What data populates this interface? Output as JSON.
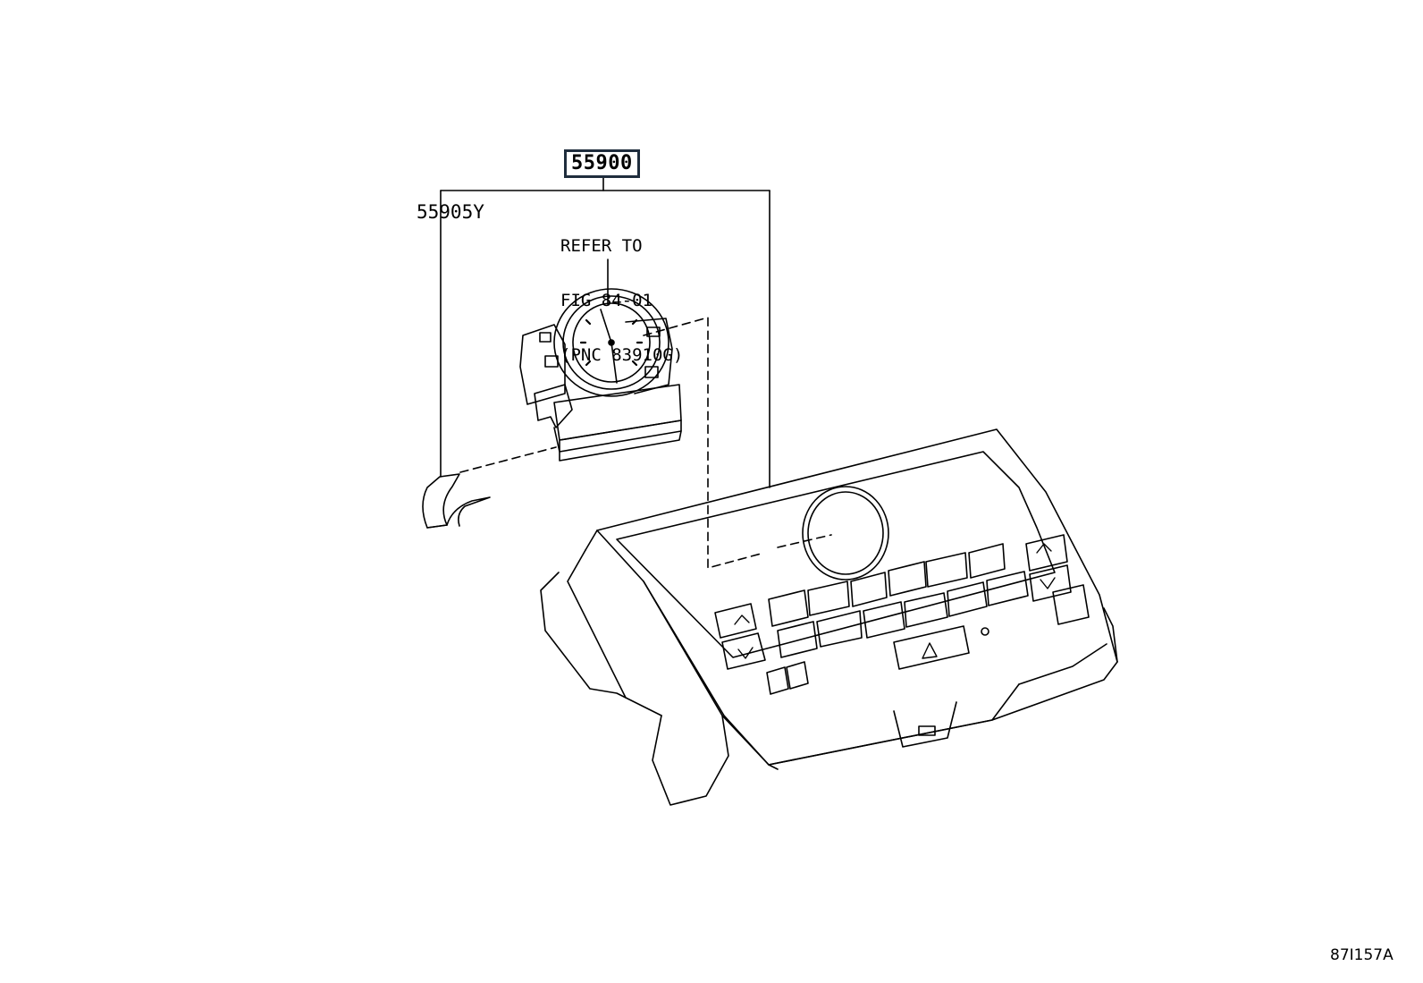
{
  "callouts": {
    "main_part": "55900",
    "sub_part": "55905Y",
    "refer_line1": "REFER TO",
    "refer_line2": "FIG 84-01",
    "refer_line3": "(PNC 83910G)"
  },
  "figure_code": "87I157A",
  "icons": [
    "analog-clock-icon",
    "hazard-triangle-icon",
    "arrow-up-icon",
    "arrow-down-icon",
    "fan-icon",
    "seat-heater-icon"
  ]
}
